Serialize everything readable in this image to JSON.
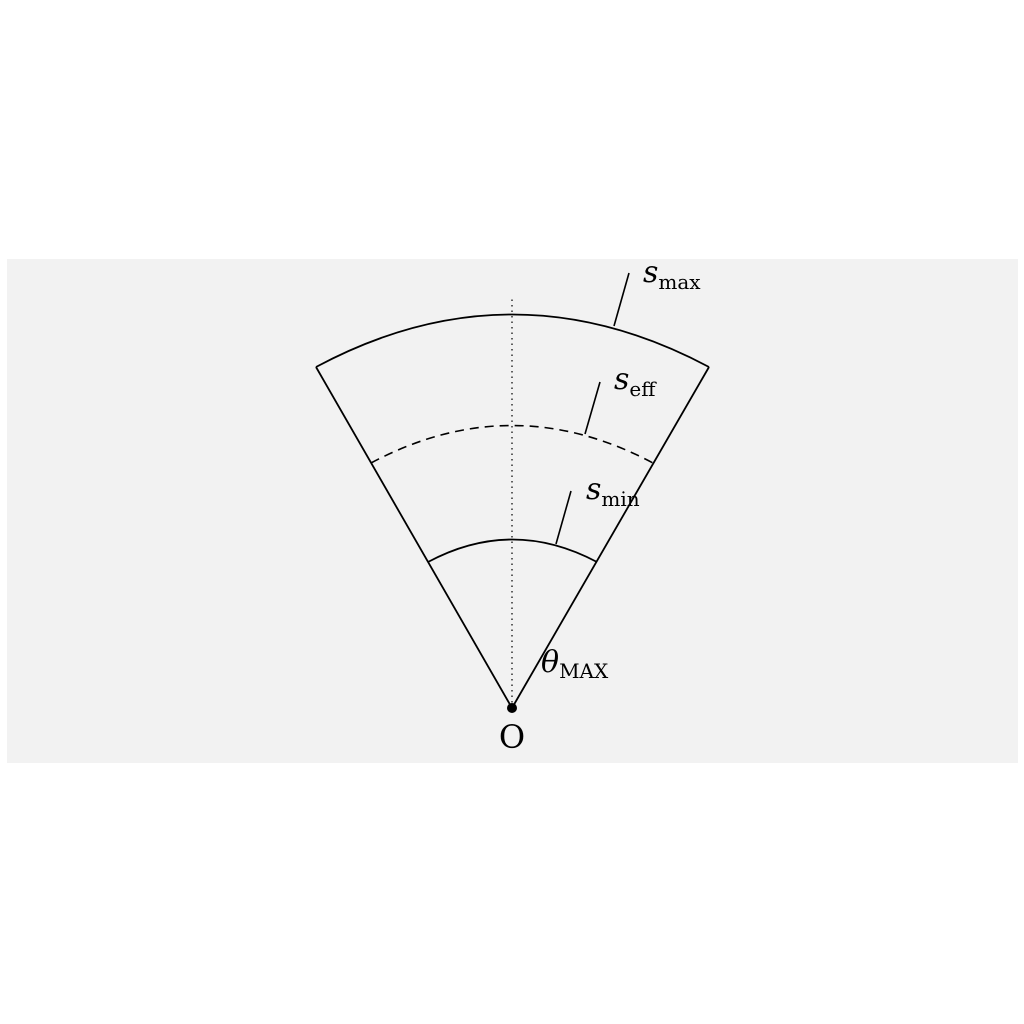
{
  "diagram": {
    "origin_label": "O",
    "angle_label": {
      "symbol": "θ",
      "subscript": "MAX"
    },
    "arcs": [
      {
        "id": "smax",
        "symbol": "s",
        "subscript": "max",
        "style": "solid"
      },
      {
        "id": "seff",
        "symbol": "s",
        "subscript": "eff",
        "style": "dashed"
      },
      {
        "id": "smin",
        "symbol": "s",
        "subscript": "min",
        "style": "solid"
      }
    ],
    "colors": {
      "panel": "#f2f2f2",
      "ink": "#000000"
    }
  }
}
